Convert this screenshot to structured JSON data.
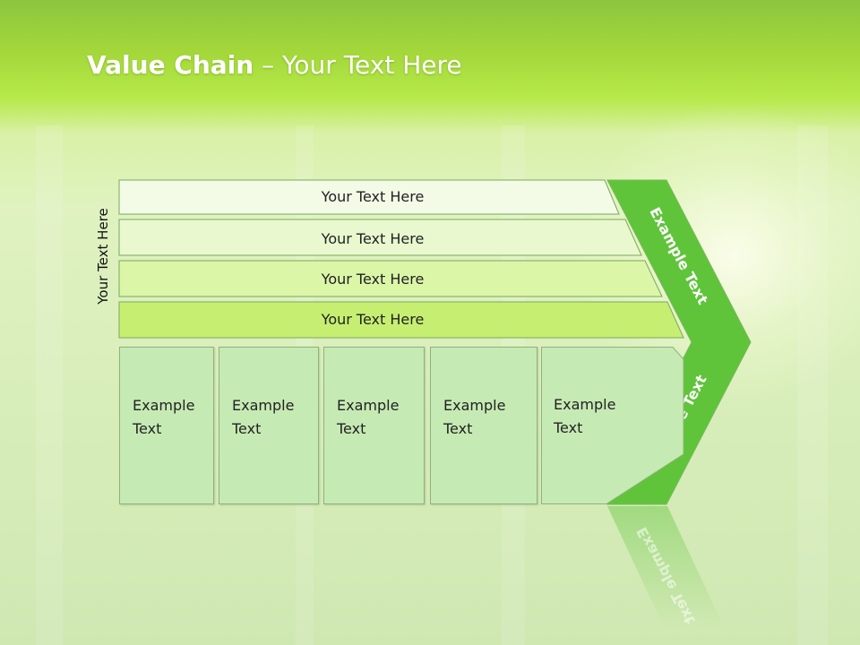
{
  "slide": {
    "title_bold": "Value Chain",
    "title_rest": " – Your Text Here",
    "side_label": "Your Text Here"
  },
  "rows": [
    {
      "label": "Your Text Here",
      "color": "#f3fbe7"
    },
    {
      "label": "Your Text Here",
      "color": "#e9f8cf"
    },
    {
      "label": "Your Text Here",
      "color": "#dcf6a8"
    },
    {
      "label": "Your Text Here",
      "color": "#c6ef72"
    }
  ],
  "columns": [
    {
      "line1": "Example",
      "line2": "Text"
    },
    {
      "line1": "Example",
      "line2": "Text"
    },
    {
      "line1": "Example",
      "line2": "Text"
    },
    {
      "line1": "Example",
      "line2": "Text"
    },
    {
      "line1": "Example",
      "line2": "Text"
    }
  ],
  "chevron": {
    "upper_label": "Example Text",
    "lower_label": "Example Text",
    "color": "#5fc43a"
  },
  "colors": {
    "box_fill": "#c6eab4",
    "box_border": "#8fb27a",
    "row_border": "#7aa85a"
  }
}
